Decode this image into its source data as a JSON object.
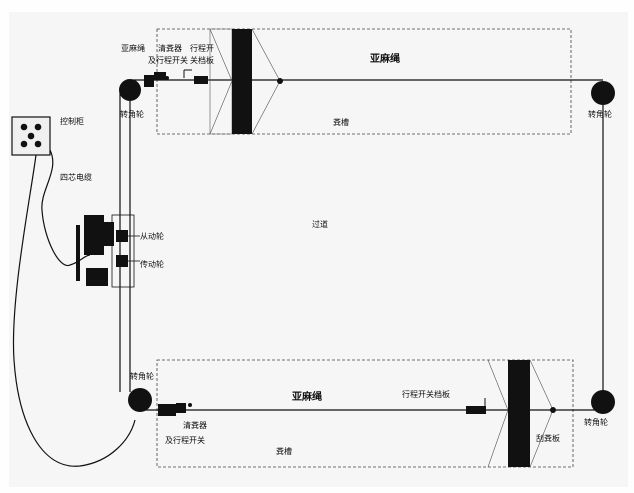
{
  "labels": {
    "top_rope": "亚麻绳",
    "top_rope_small": "亚麻绳",
    "top_cleaner": "清粪器",
    "top_cleaner_switch": "及行程开关",
    "top_travel_switch_l1": "行程开",
    "top_travel_switch_l2": "关档板",
    "top_corner_left": "转角轮",
    "top_corner_right": "转角轮",
    "top_trough": "粪槽",
    "control_box": "控制柜",
    "cable": "四芯电缆",
    "driven_wheel": "从动轮",
    "drive_wheel": "传动轮",
    "passage": "过道",
    "bottom_corner_left": "转角轮",
    "bottom_corner_right": "转角轮",
    "bottom_rope": "亚麻绳",
    "bottom_travel_switch": "行程开关档板",
    "bottom_cleaner": "清粪器",
    "bottom_cleaner_switch": "及行程开关",
    "scraper": "刮粪板",
    "bottom_trough": "粪槽"
  },
  "colors": {
    "line": "#111111",
    "dash": "#444444",
    "background": "#fefefe"
  }
}
